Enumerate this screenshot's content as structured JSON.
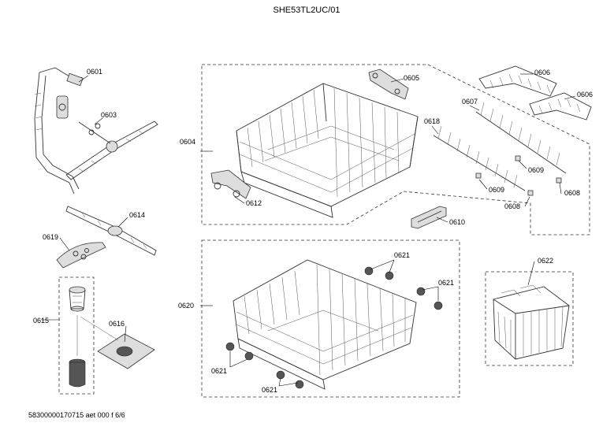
{
  "title": "SHE53TL2UC/01",
  "footer": "58300000170715 aet 000 f 6/6",
  "labels": {
    "p0601": "0601",
    "p0603": "0603",
    "p0604": "0604",
    "p0605": "0605",
    "p0606a": "0606",
    "p0606b": "0606",
    "p0607": "0607",
    "p0618": "0618",
    "p0609a": "0609",
    "p0609b": "0609",
    "p0608a": "0608",
    "p0608b": "0608",
    "p0612": "0612",
    "p0610": "0610",
    "p0614": "0614",
    "p0619": "0619",
    "p0615": "0615",
    "p0616": "0616",
    "p0620": "0620",
    "p0621a": "0621",
    "p0621b": "0621",
    "p0621c": "0621",
    "p0621d": "0621",
    "p0622": "0622"
  }
}
